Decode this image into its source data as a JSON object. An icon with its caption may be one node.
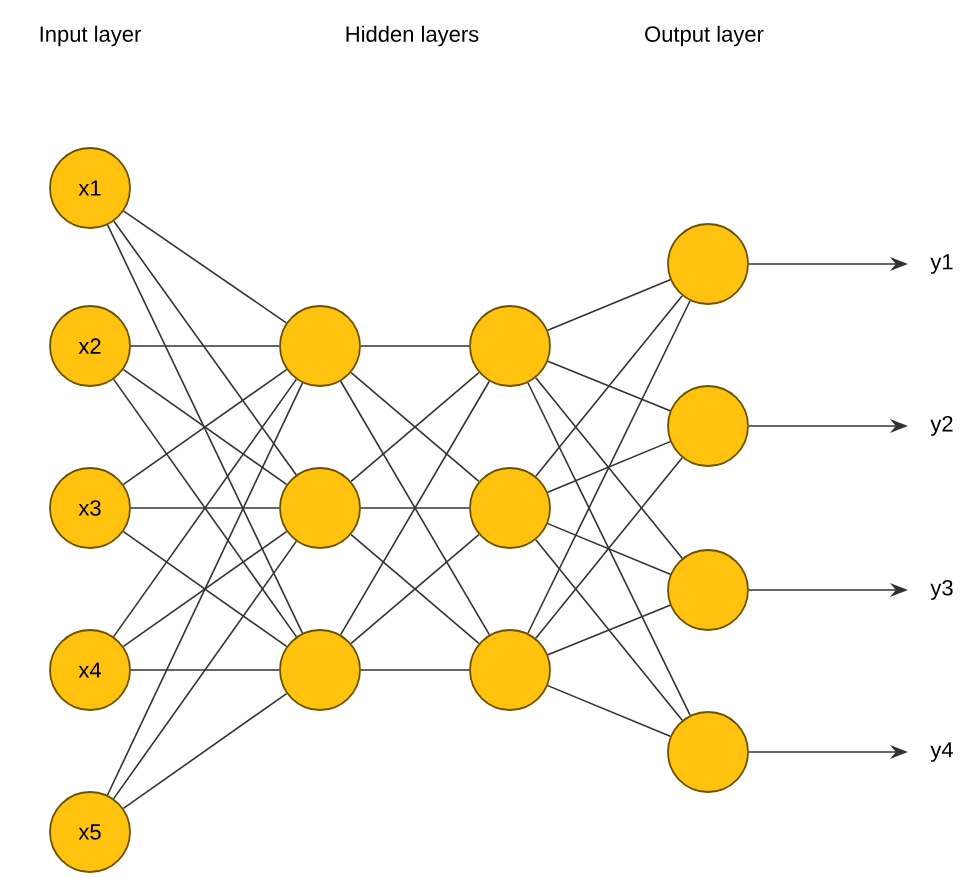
{
  "diagram": {
    "nodes": [
      {
        "text": [
          "x1"
        ]
      },
      {
        "text": [
          "x2"
        ]
      },
      {
        "text": [
          "x3"
        ]
      },
      {
        "text": [
          "x4"
        ]
      },
      {
        "text": [
          "x5"
        ]
      },
      {
        "text": [],
        "shape": "circle"
      },
      {
        "text": [],
        "shape": "circle"
      },
      {
        "text": [],
        "shape": "circle"
      },
      {
        "text": [],
        "shape": "circle"
      },
      {
        "text": [],
        "shape": "circle"
      },
      {
        "text": [],
        "shape": "circle"
      },
      {
        "text": [],
        "shape": "circle"
      },
      {
        "text": [],
        "shape": "circle"
      },
      {
        "text": [],
        "shape": "circle"
      },
      {
        "text": [],
        "shape": "circle"
      },
      {
        "text": [
          "y1"
        ]
      },
      {
        "text": [
          "y2"
        ]
      },
      {
        "text": [
          "y3"
        ]
      },
      {
        "text": [
          "y4"
        ]
      }
    ],
    "edges": [
      {
        "from": 0,
        "to": 5,
        "arrow": "none"
      },
      {
        "from": 0,
        "to": 6,
        "arrow": "none"
      },
      {
        "from": 0,
        "to": 7,
        "arrow": "none"
      },
      {
        "from": 1,
        "to": 5,
        "arrow": "none"
      },
      {
        "from": 1,
        "to": 6,
        "arrow": "none"
      },
      {
        "from": 1,
        "to": 7,
        "arrow": "none"
      },
      {
        "from": 2,
        "to": 5,
        "arrow": "none"
      },
      {
        "from": 2,
        "to": 6,
        "arrow": "none"
      },
      {
        "from": 2,
        "to": 7,
        "arrow": "none"
      },
      {
        "from": 3,
        "to": 5,
        "arrow": "none"
      },
      {
        "from": 3,
        "to": 6,
        "arrow": "none"
      },
      {
        "from": 3,
        "to": 7,
        "arrow": "none"
      },
      {
        "from": 4,
        "to": 5,
        "arrow": "none"
      },
      {
        "from": 4,
        "to": 6,
        "arrow": "none"
      },
      {
        "from": 4,
        "to": 7,
        "arrow": "none"
      },
      {
        "from": 5,
        "to": 8,
        "arrow": "none"
      },
      {
        "from": 5,
        "to": 9,
        "arrow": "none"
      },
      {
        "from": 5,
        "to": 10,
        "arrow": "none"
      },
      {
        "from": 6,
        "to": 8,
        "arrow": "none"
      },
      {
        "from": 6,
        "to": 9,
        "arrow": "none"
      },
      {
        "from": 6,
        "to": 10,
        "arrow": "none"
      },
      {
        "from": 7,
        "to": 8,
        "arrow": "none"
      },
      {
        "from": 7,
        "to": 9,
        "arrow": "none"
      },
      {
        "from": 7,
        "to": 10,
        "arrow": "none"
      },
      {
        "from": 8,
        "to": 11,
        "arrow": "none"
      },
      {
        "from": 8,
        "to": 12,
        "arrow": "none"
      },
      {
        "from": 8,
        "to": 13,
        "arrow": "none"
      },
      {
        "from": 8,
        "to": 14,
        "arrow": "none"
      },
      {
        "from": 9,
        "to": 11,
        "arrow": "none"
      },
      {
        "from": 9,
        "to": 12,
        "arrow": "none"
      },
      {
        "from": 9,
        "to": 13,
        "arrow": "none"
      },
      {
        "from": 9,
        "to": 14,
        "arrow": "none"
      },
      {
        "from": 10,
        "to": 11,
        "arrow": "none"
      },
      {
        "from": 10,
        "to": 12,
        "arrow": "none"
      },
      {
        "from": 10,
        "to": 13,
        "arrow": "none"
      },
      {
        "from": 10,
        "to": 14,
        "arrow": "none"
      },
      {
        "from": 11,
        "to": 15,
        "arrow": "to"
      },
      {
        "from": 12,
        "to": 16,
        "arrow": "to"
      },
      {
        "from": 13,
        "to": 17,
        "arrow": "to"
      },
      {
        "from": 14,
        "to": 18,
        "arrow": "to"
      }
    ],
    "labels": [
      "Input layer",
      "Hidden layers",
      "Output layer"
    ]
  }
}
